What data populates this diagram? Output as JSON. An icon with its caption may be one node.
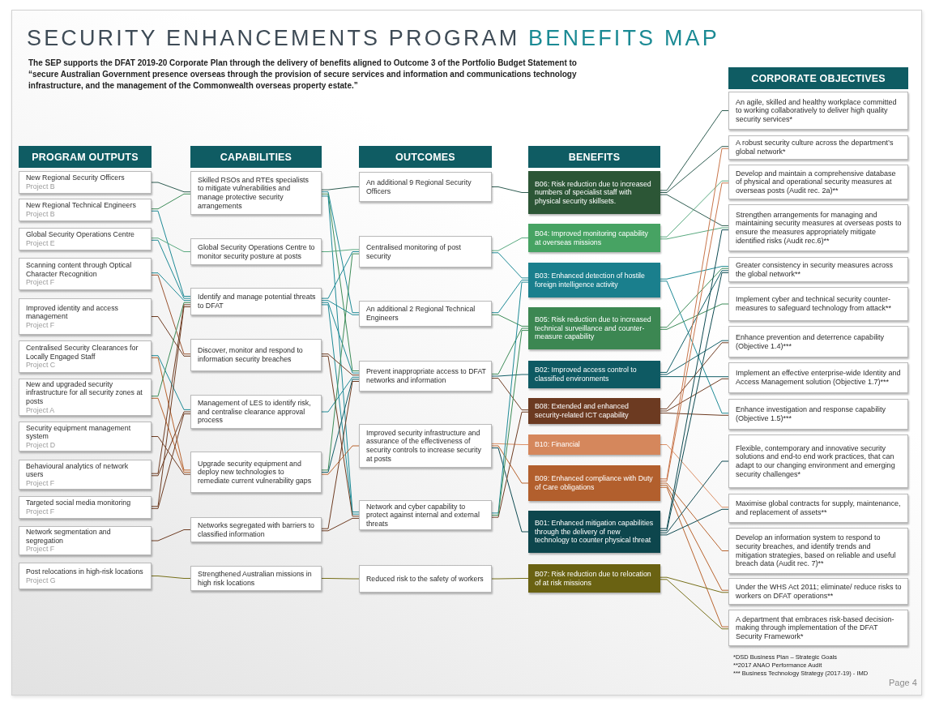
{
  "diagram": {
    "title": "SECURITY ENHANCEMENTS PROGRAM **BENEFITS MAP**",
    "nodes": [
      {
        "text": [
          "PROGRAM OUTPUTS"
        ]
      },
      {
        "text": [
          "New Regional Security Officers",
          "Project B"
        ]
      },
      {
        "text": [
          "New Regional Technical Engineers",
          "Project B"
        ]
      },
      {
        "text": [
          "Global Security Operations Centre",
          "Project E"
        ]
      },
      {
        "text": [
          "Scanning content through Optical Character Recognition",
          "Project F"
        ]
      },
      {
        "text": [
          "Improved identity and access management",
          "Project F"
        ]
      },
      {
        "text": [
          "Centralised Security Clearances for Locally Engaged Staff",
          "Project C"
        ]
      },
      {
        "text": [
          "New and upgraded security infrastructure for all security zones at posts",
          "Project A"
        ]
      },
      {
        "text": [
          "Security equipment management system",
          "Project D"
        ]
      },
      {
        "text": [
          "Behavioural analytics of network users",
          "Project F"
        ]
      },
      {
        "text": [
          "Targeted social media monitoring",
          "Project F"
        ]
      },
      {
        "text": [
          "Network segmentation and segregation",
          "Project F"
        ]
      },
      {
        "text": [
          "Post relocations in high-risk locations",
          "Project G"
        ]
      },
      {
        "text": [
          "CAPABILITIES"
        ]
      },
      {
        "text": [
          "Skilled RSOs and RTEs specialists to mitigate vulnerabilities and manage protective security arrangements"
        ]
      },
      {
        "text": [
          "Global Security Operations Centre to monitor security posture at posts"
        ]
      },
      {
        "text": [
          "Identify and manage potential threats to DFAT"
        ]
      },
      {
        "text": [
          "Discover, monitor and respond to information security breaches"
        ]
      },
      {
        "text": [
          "Management of LES to identify risk, and centralise clearance approval process"
        ]
      },
      {
        "text": [
          "Upgrade security equipment and deploy new technologies to remediate current vulnerability gaps"
        ]
      },
      {
        "text": [
          "Networks segregated with barriers to classified information"
        ]
      },
      {
        "text": [
          "Strengthened Australian missions in high risk locations"
        ]
      },
      {
        "text": [
          "OUTCOMES"
        ]
      },
      {
        "text": [
          "An additional 9 Regional Security Officers"
        ]
      },
      {
        "text": [
          "Centralised monitoring of post security"
        ]
      },
      {
        "text": [
          "An additional 2 Regional Technical Engineers"
        ]
      },
      {
        "text": [
          "Prevent inappropriate access to DFAT networks and information"
        ]
      },
      {
        "text": [
          "Improved security infrastructure and assurance of the effectiveness of security controls to increase security at posts"
        ]
      },
      {
        "text": [
          "Network and cyber capability to protect against internal and external threats"
        ]
      },
      {
        "text": [
          "Reduced risk to the safety of workers"
        ]
      },
      {
        "text": [
          "BENEFITS"
        ]
      },
      {
        "text": [
          "B06: Risk reduction due to increased numbers of specialist staff with physical security skillsets."
        ]
      },
      {
        "text": [
          "B04: Improved monitoring capability at overseas missions"
        ]
      },
      {
        "text": [
          "B03: Enhanced detection of hostile foreign intelligence activity"
        ]
      },
      {
        "text": [
          "B05: Risk reduction due to increased technical surveillance and counter-measure capability"
        ]
      },
      {
        "text": [
          "B02: Improved access control to classified environments"
        ]
      },
      {
        "text": [
          "B08: Extended and enhanced security-related ICT capability"
        ]
      },
      {
        "text": [
          "B10: Financial"
        ]
      },
      {
        "text": [
          "B09: Enhanced compliance with Duty of Care obligations"
        ]
      },
      {
        "text": [
          "B01: Enhanced mitigation capabilities through the delivery of new technology to counter physical threat"
        ]
      },
      {
        "text": [
          "B07: Risk reduction due to relocation of at risk missions"
        ]
      },
      {
        "text": [
          "CORPORATE OBJECTIVES"
        ]
      },
      {
        "text": [
          "An agile, skilled and healthy workplace committed to working collaboratively to deliver high quality security services*"
        ]
      },
      {
        "text": [
          "A robust security culture across the department’s global network*"
        ]
      },
      {
        "text": [
          "Develop and maintain a comprehensive database of physical and operational security measures at overseas posts (Audit rec. 2a)**"
        ]
      },
      {
        "text": [
          "Strengthen arrangements for managing and maintaining security measures at overseas posts to ensure the measures appropriately mitigate identified risks (Audit rec.6)**"
        ]
      },
      {
        "text": [
          "Greater consistency in security measures across the global network**"
        ]
      },
      {
        "text": [
          "Implement cyber and technical security counter-measures to safeguard technology from attack**"
        ]
      },
      {
        "text": [
          "Enhance prevention and deterrence capability (Objective 1.4)***"
        ]
      },
      {
        "text": [
          "Implement an effective enterprise-wide Identity and Access Management solution (Objective 1.7)***"
        ]
      },
      {
        "text": [
          "Enhance investigation and response capability (Objective 1.5)***"
        ]
      },
      {
        "text": [
          "Flexible, contemporary and innovative security solutions and end-to end work practices, that can adapt to our changing environment and emerging security challenges*"
        ]
      },
      {
        "text": [
          "Maximise global contracts for supply, maintenance, and replacement of assets**"
        ]
      },
      {
        "text": [
          "Develop an information system to respond to security breaches, and identify trends and mitigation strategies, based on reliable and useful breach data (Audit rec. 7)**"
        ]
      },
      {
        "text": [
          "Under the WHS Act 2011; eliminate/ reduce risks to workers on DFAT operations**"
        ]
      },
      {
        "text": [
          "A department that embraces risk-based decision-making through implementation of the DFAT Security Framework*"
        ]
      }
    ],
    "edges": [
      {
        "from": 1,
        "to": 14,
        "arrow": "none",
        "color": "#2f5d52"
      },
      {
        "from": 2,
        "to": 14,
        "arrow": "none",
        "color": "#3d8c58"
      },
      {
        "from": 2,
        "to": 16,
        "arrow": "none"
      },
      {
        "from": 3,
        "to": 15,
        "arrow": "none",
        "color": "#5aaa80"
      },
      {
        "from": 3,
        "to": 16,
        "arrow": "none"
      },
      {
        "from": 4,
        "to": 16,
        "arrow": "none"
      },
      {
        "from": 4,
        "to": 17,
        "arrow": "none",
        "color": "#9a5430"
      },
      {
        "from": 5,
        "to": 17,
        "arrow": "none",
        "color": "#6e3c22"
      },
      {
        "from": 6,
        "to": 18,
        "arrow": "none"
      },
      {
        "from": 6,
        "to": 19,
        "arrow": "none",
        "color": "#b8642f"
      },
      {
        "from": 7,
        "to": 16,
        "arrow": "none",
        "color": "#3d8c58"
      },
      {
        "from": 7,
        "to": 19,
        "arrow": "none",
        "color": "#b8642f"
      },
      {
        "from": 8,
        "to": 19,
        "arrow": "none",
        "color": "#6e3c22"
      },
      {
        "from": 9,
        "to": 16,
        "arrow": "none",
        "color": "#6e3c22"
      },
      {
        "from": 9,
        "to": 18,
        "arrow": "none",
        "color": "#6e3c22"
      },
      {
        "from": 10,
        "to": 16,
        "arrow": "none",
        "color": "#6e3c22"
      },
      {
        "from": 10,
        "to": 18,
        "arrow": "none",
        "color": "#6e3c22"
      },
      {
        "from": 11,
        "to": 20,
        "arrow": "none",
        "color": "#6e3c22"
      },
      {
        "from": 12,
        "to": 21,
        "arrow": "none",
        "color": "#77701a"
      },
      {
        "from": 14,
        "to": 23,
        "arrow": "none",
        "color": "#2f5d52"
      },
      {
        "from": 14,
        "to": 25,
        "arrow": "none"
      },
      {
        "from": 14,
        "to": 26,
        "arrow": "none",
        "color": "#3d8c58"
      },
      {
        "from": 14,
        "to": 28,
        "arrow": "none"
      },
      {
        "from": 15,
        "to": 24,
        "arrow": "none",
        "color": "#5aaa80"
      },
      {
        "from": 16,
        "to": 24,
        "arrow": "none"
      },
      {
        "from": 16,
        "to": 25,
        "arrow": "none"
      },
      {
        "from": 16,
        "to": 26,
        "arrow": "none"
      },
      {
        "from": 16,
        "to": 28,
        "arrow": "none"
      },
      {
        "from": 17,
        "to": 26,
        "arrow": "none",
        "color": "#6e3c22"
      },
      {
        "from": 17,
        "to": 28,
        "arrow": "none",
        "color": "#6e3c22"
      },
      {
        "from": 18,
        "to": 26,
        "arrow": "none"
      },
      {
        "from": 19,
        "to": 24,
        "arrow": "none",
        "color": "#3d8c58"
      },
      {
        "from": 19,
        "to": 26,
        "arrow": "none",
        "color": "#135f68"
      },
      {
        "from": 19,
        "to": 27,
        "arrow": "none",
        "color": "#b8642f"
      },
      {
        "from": 20,
        "to": 26,
        "arrow": "none",
        "color": "#6e3c22"
      },
      {
        "from": 20,
        "to": 28,
        "arrow": "none",
        "color": "#6e3c22"
      },
      {
        "from": 21,
        "to": 29,
        "arrow": "none",
        "color": "#77701a"
      },
      {
        "from": 23,
        "to": 31,
        "arrow": "none",
        "color": "#2f5d52"
      },
      {
        "from": 24,
        "to": 32,
        "arrow": "none",
        "color": "#5aaa80"
      },
      {
        "from": 24,
        "to": 33,
        "arrow": "none"
      },
      {
        "from": 25,
        "to": 33,
        "arrow": "none"
      },
      {
        "from": 25,
        "to": 34,
        "arrow": "none",
        "color": "#3d8c58"
      },
      {
        "from": 26,
        "to": 34,
        "arrow": "none",
        "color": "#3d8c58"
      },
      {
        "from": 26,
        "to": 35,
        "arrow": "none",
        "color": "#135f68"
      },
      {
        "from": 26,
        "to": 36,
        "arrow": "none",
        "color": "#6e3c22"
      },
      {
        "from": 27,
        "to": 37,
        "arrow": "none",
        "color": "#dc9066"
      },
      {
        "from": 27,
        "to": 38,
        "arrow": "none",
        "color": "#b8642f"
      },
      {
        "from": 27,
        "to": 39,
        "arrow": "none",
        "color": "#0f4b52"
      },
      {
        "from": 28,
        "to": 36,
        "arrow": "none",
        "color": "#6e3c22"
      },
      {
        "from": 28,
        "to": 33,
        "arrow": "none"
      },
      {
        "from": 28,
        "to": 34,
        "arrow": "none",
        "color": "#3d8c58"
      },
      {
        "from": 29,
        "to": 40,
        "arrow": "none",
        "color": "#77701a"
      },
      {
        "from": 31,
        "to": 42,
        "arrow": "none",
        "color": "#2f5d52"
      },
      {
        "from": 31,
        "to": 43,
        "arrow": "none",
        "color": "#2f5d52"
      },
      {
        "from": 31,
        "to": 45,
        "arrow": "none",
        "color": "#2f5d52"
      },
      {
        "from": 32,
        "to": 44,
        "arrow": "none",
        "color": "#5aaa80"
      },
      {
        "from": 32,
        "to": 45,
        "arrow": "none",
        "color": "#5aaa80"
      },
      {
        "from": 33,
        "to": 46,
        "arrow": "none"
      },
      {
        "from": 33,
        "to": 50,
        "arrow": "none"
      },
      {
        "from": 34,
        "to": 46,
        "arrow": "none",
        "color": "#3d8c58"
      },
      {
        "from": 34,
        "to": 47,
        "arrow": "none",
        "color": "#3d8c58"
      },
      {
        "from": 35,
        "to": 46,
        "arrow": "none",
        "color": "#135f68"
      },
      {
        "from": 35,
        "to": 48,
        "arrow": "none",
        "color": "#135f68"
      },
      {
        "from": 35,
        "to": 49,
        "arrow": "none",
        "color": "#135f68"
      },
      {
        "from": 36,
        "to": 48,
        "arrow": "none",
        "color": "#6e3c22"
      },
      {
        "from": 36,
        "to": 49,
        "arrow": "none",
        "color": "#6e3c22"
      },
      {
        "from": 36,
        "to": 50,
        "arrow": "none",
        "color": "#6e3c22"
      },
      {
        "from": 37,
        "to": 52,
        "arrow": "none",
        "color": "#dc9066"
      },
      {
        "from": 38,
        "to": 43,
        "arrow": "none",
        "color": "#c8754a"
      },
      {
        "from": 38,
        "to": 44,
        "arrow": "none",
        "color": "#c8754a"
      },
      {
        "from": 38,
        "to": 53,
        "arrow": "none",
        "color": "#b8642f"
      },
      {
        "from": 38,
        "to": 54,
        "arrow": "none",
        "color": "#b8642f"
      },
      {
        "from": 38,
        "to": 55,
        "arrow": "none",
        "color": "#b8642f"
      },
      {
        "from": 39,
        "to": 45,
        "arrow": "none",
        "color": "#0f4b52"
      },
      {
        "from": 39,
        "to": 46,
        "arrow": "none",
        "color": "#0f4b52"
      },
      {
        "from": 39,
        "to": 51,
        "arrow": "none",
        "color": "#0f4b52"
      },
      {
        "from": 39,
        "to": 52,
        "arrow": "none",
        "color": "#0f4b52"
      },
      {
        "from": 40,
        "to": 54,
        "arrow": "none",
        "color": "#77701a"
      },
      {
        "from": 40,
        "to": 55,
        "arrow": "none",
        "color": "#77701a"
      }
    ],
    "labels": [
      "The SEP supports the DFAT 2019-20 Corporate Plan through the delivery of benefits aligned to Outcome 3 of the Portfolio Budget Statement to “secure Australian Government presence overseas through the provision of secure services and information and communications technology infrastructure, and the management of the Commonwealth overseas property estate.”",
      "*DSD Business Plan – Strategic Goals",
      "**2017 ANAO Performance Audit",
      "*** Business Technology Strategy (2017-19) - IMD",
      "Page 4"
    ]
  }
}
